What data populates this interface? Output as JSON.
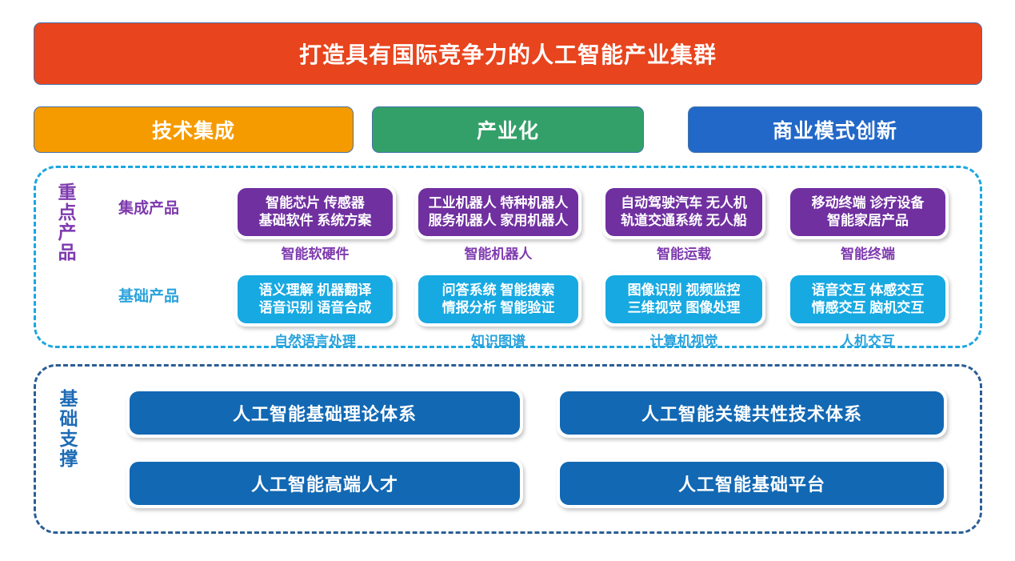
{
  "title": {
    "text": "打造具有国际竞争力的人工智能产业集群",
    "bg_color": "#E8441D",
    "text_color": "#FFFFFF"
  },
  "pillars": [
    {
      "label": "技术集成",
      "color": "#F59B00"
    },
    {
      "label": "产业化",
      "color": "#33A06A"
    },
    {
      "label": "商业模式创新",
      "color": "#2268C8"
    }
  ],
  "key_products": {
    "side_caption": "重点产品",
    "side_caption_color": "#7E3AAE",
    "border_color": "#1CA7E0",
    "rows": [
      {
        "caption": "集成产品",
        "caption_color": "#7E3AAE",
        "card_color": "#7030A0",
        "cards": [
          {
            "line1": "智能芯片 传感器",
            "line2": "基础软件 系统方案",
            "label": "智能软硬件"
          },
          {
            "line1": "工业机器人 特种机器人",
            "line2": "服务机器人 家用机器人",
            "label": "智能机器人"
          },
          {
            "line1": "自动驾驶汽车 无人机",
            "line2": "轨道交通系统 无人船",
            "label": "智能运载"
          },
          {
            "line1": "移动终端 诊疗设备",
            "line2": "智能家居产品",
            "label": "智能终端"
          }
        ]
      },
      {
        "caption": "基础产品",
        "caption_color": "#2AA3DC",
        "card_color": "#17A9E2",
        "cards": [
          {
            "line1": "语义理解 机器翻译",
            "line2": "语音识别 语音合成",
            "label": "自然语言处理"
          },
          {
            "line1": "问答系统 智能搜索",
            "line2": "情报分析 智能验证",
            "label": "知识图谱"
          },
          {
            "line1": "图像识别 视频监控",
            "line2": "三维视觉 图像处理",
            "label": "计算机视觉"
          },
          {
            "line1": "语音交互 体感交互",
            "line2": "情感交互 脑机交互",
            "label": "人机交互"
          }
        ]
      }
    ]
  },
  "support": {
    "side_caption": "基础支撑",
    "side_caption_color": "#1D6BB5",
    "border_color": "#2B5E94",
    "box_color": "#1268B3",
    "boxes": [
      {
        "label": "人工智能基础理论体系"
      },
      {
        "label": "人工智能关键共性技术体系"
      },
      {
        "label": "人工智能高端人才"
      },
      {
        "label": "人工智能基础平台"
      }
    ]
  }
}
